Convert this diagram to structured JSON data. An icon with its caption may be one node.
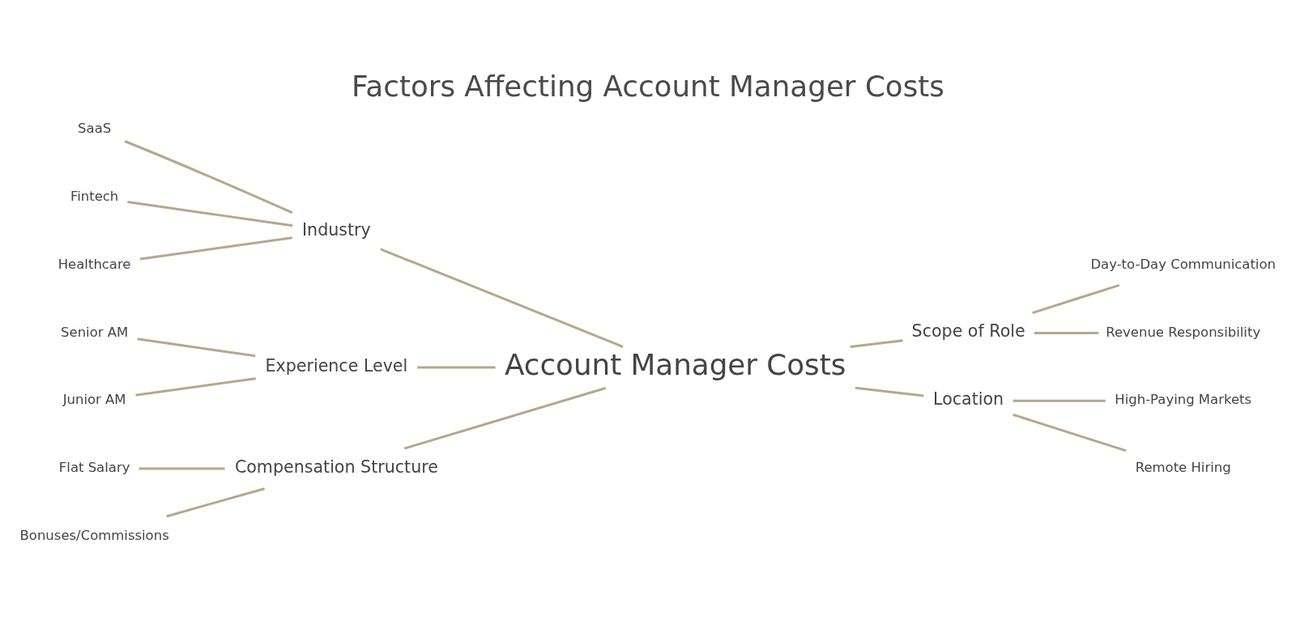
{
  "diagram": {
    "title": "Factors Affecting Account Manager Costs",
    "nodes": [
      {
        "text": [
          "SaaS"
        ]
      },
      {
        "text": [
          "Fintech"
        ]
      },
      {
        "text": [
          "Healthcare"
        ]
      },
      {
        "text": [
          "Industry"
        ]
      },
      {
        "text": [
          "Senior AM"
        ]
      },
      {
        "text": [
          "Junior AM"
        ]
      },
      {
        "text": [
          "Experience Level"
        ]
      },
      {
        "text": [
          "Flat Salary"
        ]
      },
      {
        "text": [
          "Bonuses/Commissions"
        ]
      },
      {
        "text": [
          "Compensation Structure"
        ]
      },
      {
        "text": [
          "Account Manager Costs"
        ]
      },
      {
        "text": [
          "Scope of Role"
        ]
      },
      {
        "text": [
          "Day-to-Day Communication"
        ]
      },
      {
        "text": [
          "Revenue Responsibility"
        ]
      },
      {
        "text": [
          "Location"
        ]
      },
      {
        "text": [
          "High-Paying Markets"
        ]
      },
      {
        "text": [
          "Remote Hiring"
        ]
      }
    ],
    "edges": [
      {
        "from": 0,
        "to": 3,
        "arrow": "none"
      },
      {
        "from": 1,
        "to": 3,
        "arrow": "none"
      },
      {
        "from": 2,
        "to": 3,
        "arrow": "none"
      },
      {
        "from": 3,
        "to": 10,
        "arrow": "none"
      },
      {
        "from": 4,
        "to": 6,
        "arrow": "none"
      },
      {
        "from": 5,
        "to": 6,
        "arrow": "none"
      },
      {
        "from": 6,
        "to": 10,
        "arrow": "none"
      },
      {
        "from": 7,
        "to": 9,
        "arrow": "none"
      },
      {
        "from": 8,
        "to": 9,
        "arrow": "none"
      },
      {
        "from": 9,
        "to": 10,
        "arrow": "none"
      },
      {
        "from": 10,
        "to": 11,
        "arrow": "none"
      },
      {
        "from": 11,
        "to": 12,
        "arrow": "none"
      },
      {
        "from": 11,
        "to": 13,
        "arrow": "none"
      },
      {
        "from": 10,
        "to": 14,
        "arrow": "none"
      },
      {
        "from": 14,
        "to": 15,
        "arrow": "none"
      },
      {
        "from": 14,
        "to": 16,
        "arrow": "none"
      }
    ]
  }
}
